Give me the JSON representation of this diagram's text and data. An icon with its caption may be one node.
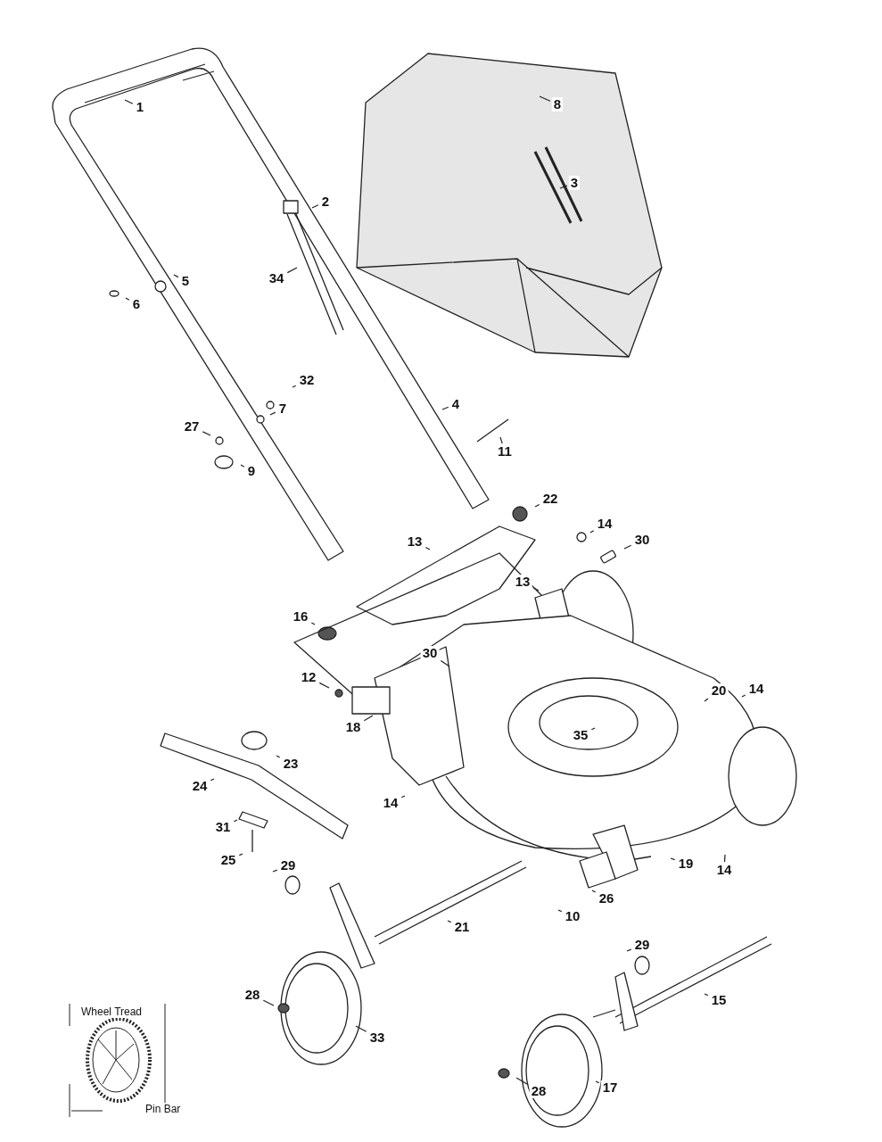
{
  "diagram": {
    "nodes": [
      {
        "text": [
          "8"
        ]
      },
      {
        "text": [
          "1"
        ]
      },
      {
        "text": [
          "3"
        ]
      },
      {
        "text": [
          "2"
        ]
      },
      {
        "text": [
          "34"
        ]
      },
      {
        "text": [
          "5"
        ]
      },
      {
        "text": [
          "6"
        ]
      },
      {
        "text": [
          "32"
        ]
      },
      {
        "text": [
          "7"
        ]
      },
      {
        "text": [
          "27"
        ]
      },
      {
        "text": [
          "4"
        ]
      },
      {
        "text": [
          "11"
        ]
      },
      {
        "text": [
          "9"
        ]
      },
      {
        "text": [
          "22"
        ]
      },
      {
        "text": [
          "14"
        ]
      },
      {
        "text": [
          "30"
        ]
      },
      {
        "text": [
          "13"
        ]
      },
      {
        "text": [
          "13"
        ]
      },
      {
        "text": [
          "16"
        ]
      },
      {
        "text": [
          "30"
        ]
      },
      {
        "text": [
          "12"
        ]
      },
      {
        "text": [
          "20"
        ]
      },
      {
        "text": [
          "14"
        ]
      },
      {
        "text": [
          "18"
        ]
      },
      {
        "text": [
          "35"
        ]
      },
      {
        "text": [
          "23"
        ]
      },
      {
        "text": [
          "24"
        ]
      },
      {
        "text": [
          "14"
        ]
      },
      {
        "text": [
          "31"
        ]
      },
      {
        "text": [
          "25"
        ]
      },
      {
        "text": [
          "19"
        ]
      },
      {
        "text": [
          "14"
        ]
      },
      {
        "text": [
          "29"
        ]
      },
      {
        "text": [
          "26"
        ]
      },
      {
        "text": [
          "10"
        ]
      },
      {
        "text": [
          "21"
        ]
      },
      {
        "text": [
          "29"
        ]
      },
      {
        "text": [
          "28"
        ]
      },
      {
        "text": [
          "33"
        ]
      },
      {
        "text": [
          "15"
        ]
      },
      {
        "text": [
          "28"
        ]
      },
      {
        "text": [
          "17"
        ]
      }
    ],
    "edges": [
      {
        "from": 0,
        "to": null,
        "arrow": "none"
      },
      {
        "from": 1,
        "to": null,
        "arrow": "none"
      },
      {
        "from": 2,
        "to": null,
        "arrow": "none"
      },
      {
        "from": 3,
        "to": null,
        "arrow": "none"
      },
      {
        "from": 4,
        "to": null,
        "arrow": "none"
      },
      {
        "from": 5,
        "to": null,
        "arrow": "none"
      },
      {
        "from": 6,
        "to": null,
        "arrow": "none"
      },
      {
        "from": 7,
        "to": null,
        "arrow": "none"
      },
      {
        "from": 8,
        "to": null,
        "arrow": "none"
      },
      {
        "from": 9,
        "to": null,
        "arrow": "none"
      },
      {
        "from": 10,
        "to": null,
        "arrow": "none"
      },
      {
        "from": 11,
        "to": null,
        "arrow": "none"
      },
      {
        "from": 12,
        "to": null,
        "arrow": "none"
      },
      {
        "from": 13,
        "to": null,
        "arrow": "none"
      },
      {
        "from": 14,
        "to": null,
        "arrow": "none"
      },
      {
        "from": 15,
        "to": null,
        "arrow": "none"
      },
      {
        "from": 16,
        "to": null,
        "arrow": "none"
      },
      {
        "from": 17,
        "to": null,
        "arrow": "none"
      },
      {
        "from": 18,
        "to": null,
        "arrow": "none"
      },
      {
        "from": 19,
        "to": null,
        "arrow": "none"
      },
      {
        "from": 20,
        "to": null,
        "arrow": "none"
      },
      {
        "from": 21,
        "to": null,
        "arrow": "none"
      },
      {
        "from": 22,
        "to": null,
        "arrow": "none"
      },
      {
        "from": 23,
        "to": null,
        "arrow": "none"
      },
      {
        "from": 24,
        "to": null,
        "arrow": "none"
      },
      {
        "from": 25,
        "to": null,
        "arrow": "none"
      },
      {
        "from": 26,
        "to": null,
        "arrow": "none"
      },
      {
        "from": 27,
        "to": null,
        "arrow": "none"
      },
      {
        "from": 28,
        "to": null,
        "arrow": "none"
      },
      {
        "from": 29,
        "to": null,
        "arrow": "none"
      },
      {
        "from": 30,
        "to": null,
        "arrow": "none"
      },
      {
        "from": 31,
        "to": null,
        "arrow": "none"
      },
      {
        "from": 32,
        "to": null,
        "arrow": "none"
      },
      {
        "from": 33,
        "to": null,
        "arrow": "none"
      },
      {
        "from": 34,
        "to": null,
        "arrow": "none"
      },
      {
        "from": 35,
        "to": null,
        "arrow": "none"
      },
      {
        "from": 36,
        "to": null,
        "arrow": "none"
      },
      {
        "from": 37,
        "to": null,
        "arrow": "none"
      },
      {
        "from": 38,
        "to": null,
        "arrow": "none"
      },
      {
        "from": 39,
        "to": null,
        "arrow": "none"
      },
      {
        "from": 40,
        "to": null,
        "arrow": "none"
      },
      {
        "from": 41,
        "to": null,
        "arrow": "none"
      }
    ],
    "labels": [
      "Wheel Tread",
      "Pin Bar"
    ]
  }
}
